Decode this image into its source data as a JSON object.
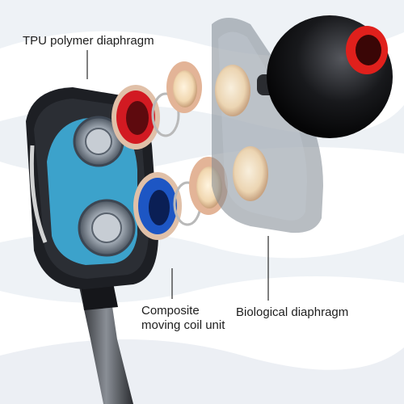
{
  "labels": {
    "tpu": "TPU polymer diaphragm",
    "coil_line1": "Composite",
    "coil_line2": "moving coil unit",
    "bio": "Biological diaphragm"
  },
  "colors": {
    "background_wave": "#e9eef4",
    "housing": "#1d1f24",
    "driver_blue": "#3fb6e6",
    "red_ring": "#d21a22",
    "blue_ring": "#1d56c4",
    "copper_ring": "#e3b497",
    "eartip": "#0d0d0f",
    "eartip_red": "#e0201c",
    "leader_line": "#2a2a2a"
  }
}
